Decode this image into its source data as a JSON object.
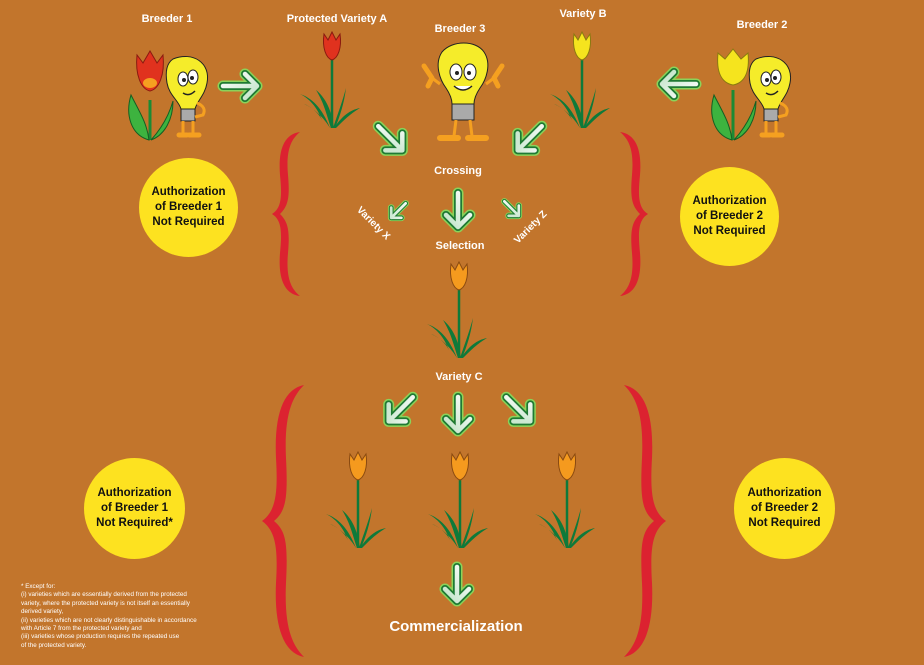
{
  "labels": {
    "breeder1": "Breeder 1",
    "protected_variety_a": "Protected Variety A",
    "breeder3": "Breeder 3",
    "variety_b": "Variety B",
    "breeder2": "Breeder 2",
    "crossing": "Crossing",
    "selection": "Selection",
    "variety_x": "Variety X",
    "variety_z": "Variety Z",
    "variety_c": "Variety C",
    "commercialization": "Commercialization"
  },
  "circles": {
    "top_left": [
      "Authorization",
      "of Breeder 1",
      "Not Required"
    ],
    "top_right": [
      "Authorization",
      "of Breeder 2",
      "Not Required"
    ],
    "bottom_left": [
      "Authorization",
      "of Breeder 1",
      "Not Required*"
    ],
    "bottom_right": [
      "Authorization",
      "of Breeder 2",
      "Not Required"
    ]
  },
  "footnote": [
    "* Except for:",
    "(i)    varieties which are essentially derived from the protected",
    " variety, where the protected variety is not itself an essentially",
    "derived variety,",
    "(ii)   varieties which are not clearly distinguishable in accordance",
    "with Article 7 from the protected variety and",
    "(iii)  varieties whose production requires the repeated use",
    "of the protected variety."
  ],
  "colors": {
    "background": "#c2752c",
    "circle": "#fde220",
    "brace": "#dc2230",
    "arrow_outline": "#2e8b3a",
    "tulip_red": "#e0321e",
    "tulip_yellow": "#f5e41e",
    "tulip_orange": "#f59a1e",
    "leaf": "#0e7a3a"
  }
}
